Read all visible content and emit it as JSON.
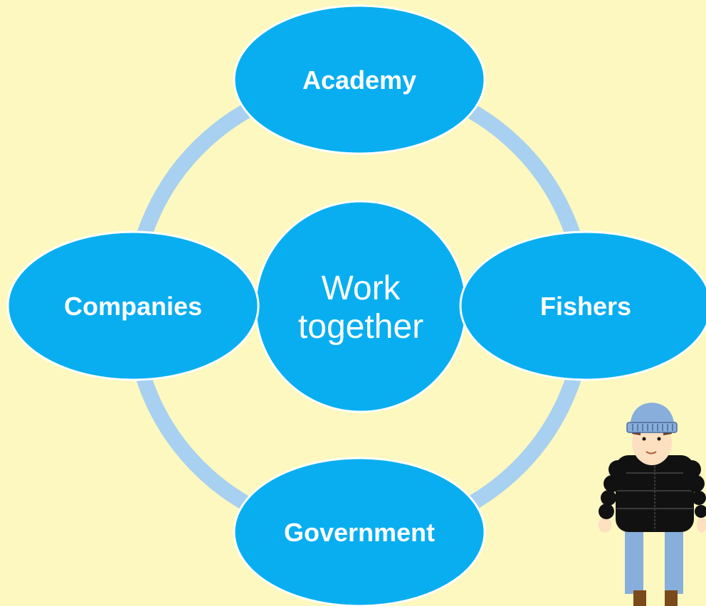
{
  "diagram": {
    "center": {
      "line1": "Work",
      "line2": "together"
    },
    "nodes": {
      "academy": "Academy",
      "fishers": "Fishers",
      "government": "Government",
      "companies": "Companies"
    }
  },
  "colors": {
    "background": "#fcf8c0",
    "node_fill": "#08aef0",
    "node_stroke": "#ffffff",
    "ring": "#a8d0f0",
    "text": "#ffffff"
  },
  "illustration": {
    "name": "fisher-figure",
    "description_icon": "person-in-beanie-and-puffer-jacket-icon"
  }
}
